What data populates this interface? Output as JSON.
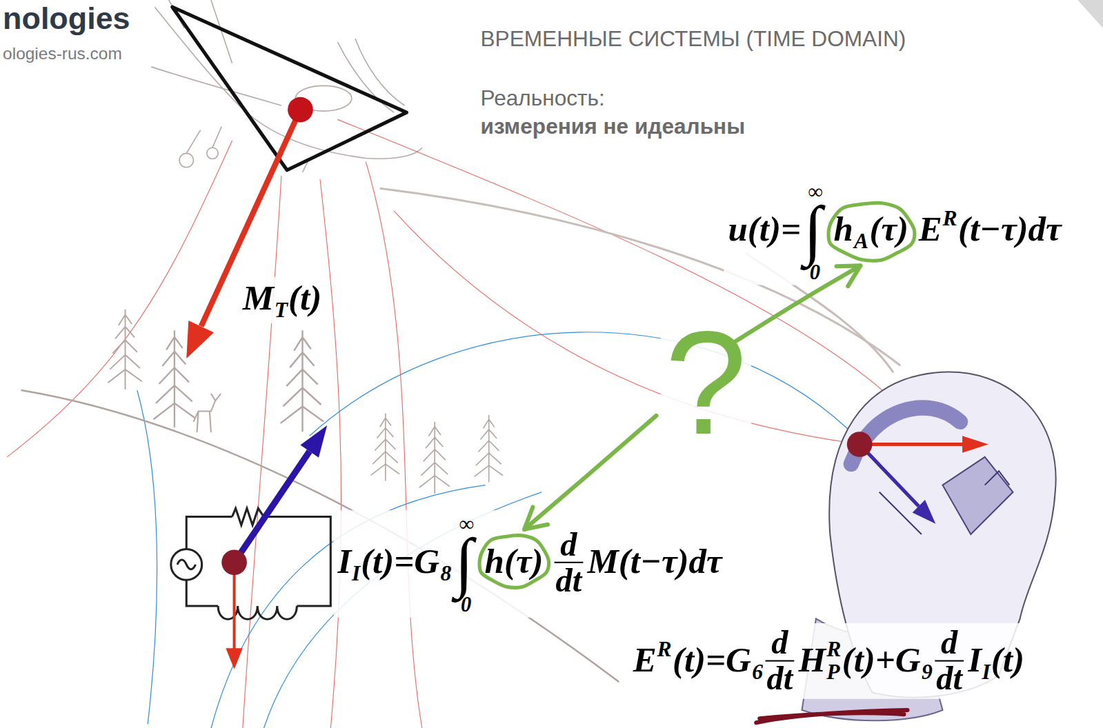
{
  "diagram": {
    "title": "ВРЕМЕННЫЕ СИСТЕМЫ (TIME DOMAIN)",
    "labels": [
      "nologies",
      "ologies-rus.com",
      "Реальность:",
      "измерения не идеальны",
      "u(t)=",
      "∫",
      "∞",
      "0",
      "h",
      "A",
      "(τ)",
      "E",
      "R",
      "(t−τ)dτ",
      "M",
      "T",
      "(t)",
      "I",
      "I",
      "(t)=G",
      "8",
      "∫",
      "∞",
      "0",
      "h(τ)",
      "d",
      "dt",
      "M(t−τ)dτ",
      "E",
      "R",
      "(t)=G",
      "6",
      "d",
      "dt",
      "H",
      "R",
      "P",
      "(t)+G",
      "9",
      "d",
      "dt",
      "I",
      "I",
      "(t)",
      "?"
    ]
  }
}
